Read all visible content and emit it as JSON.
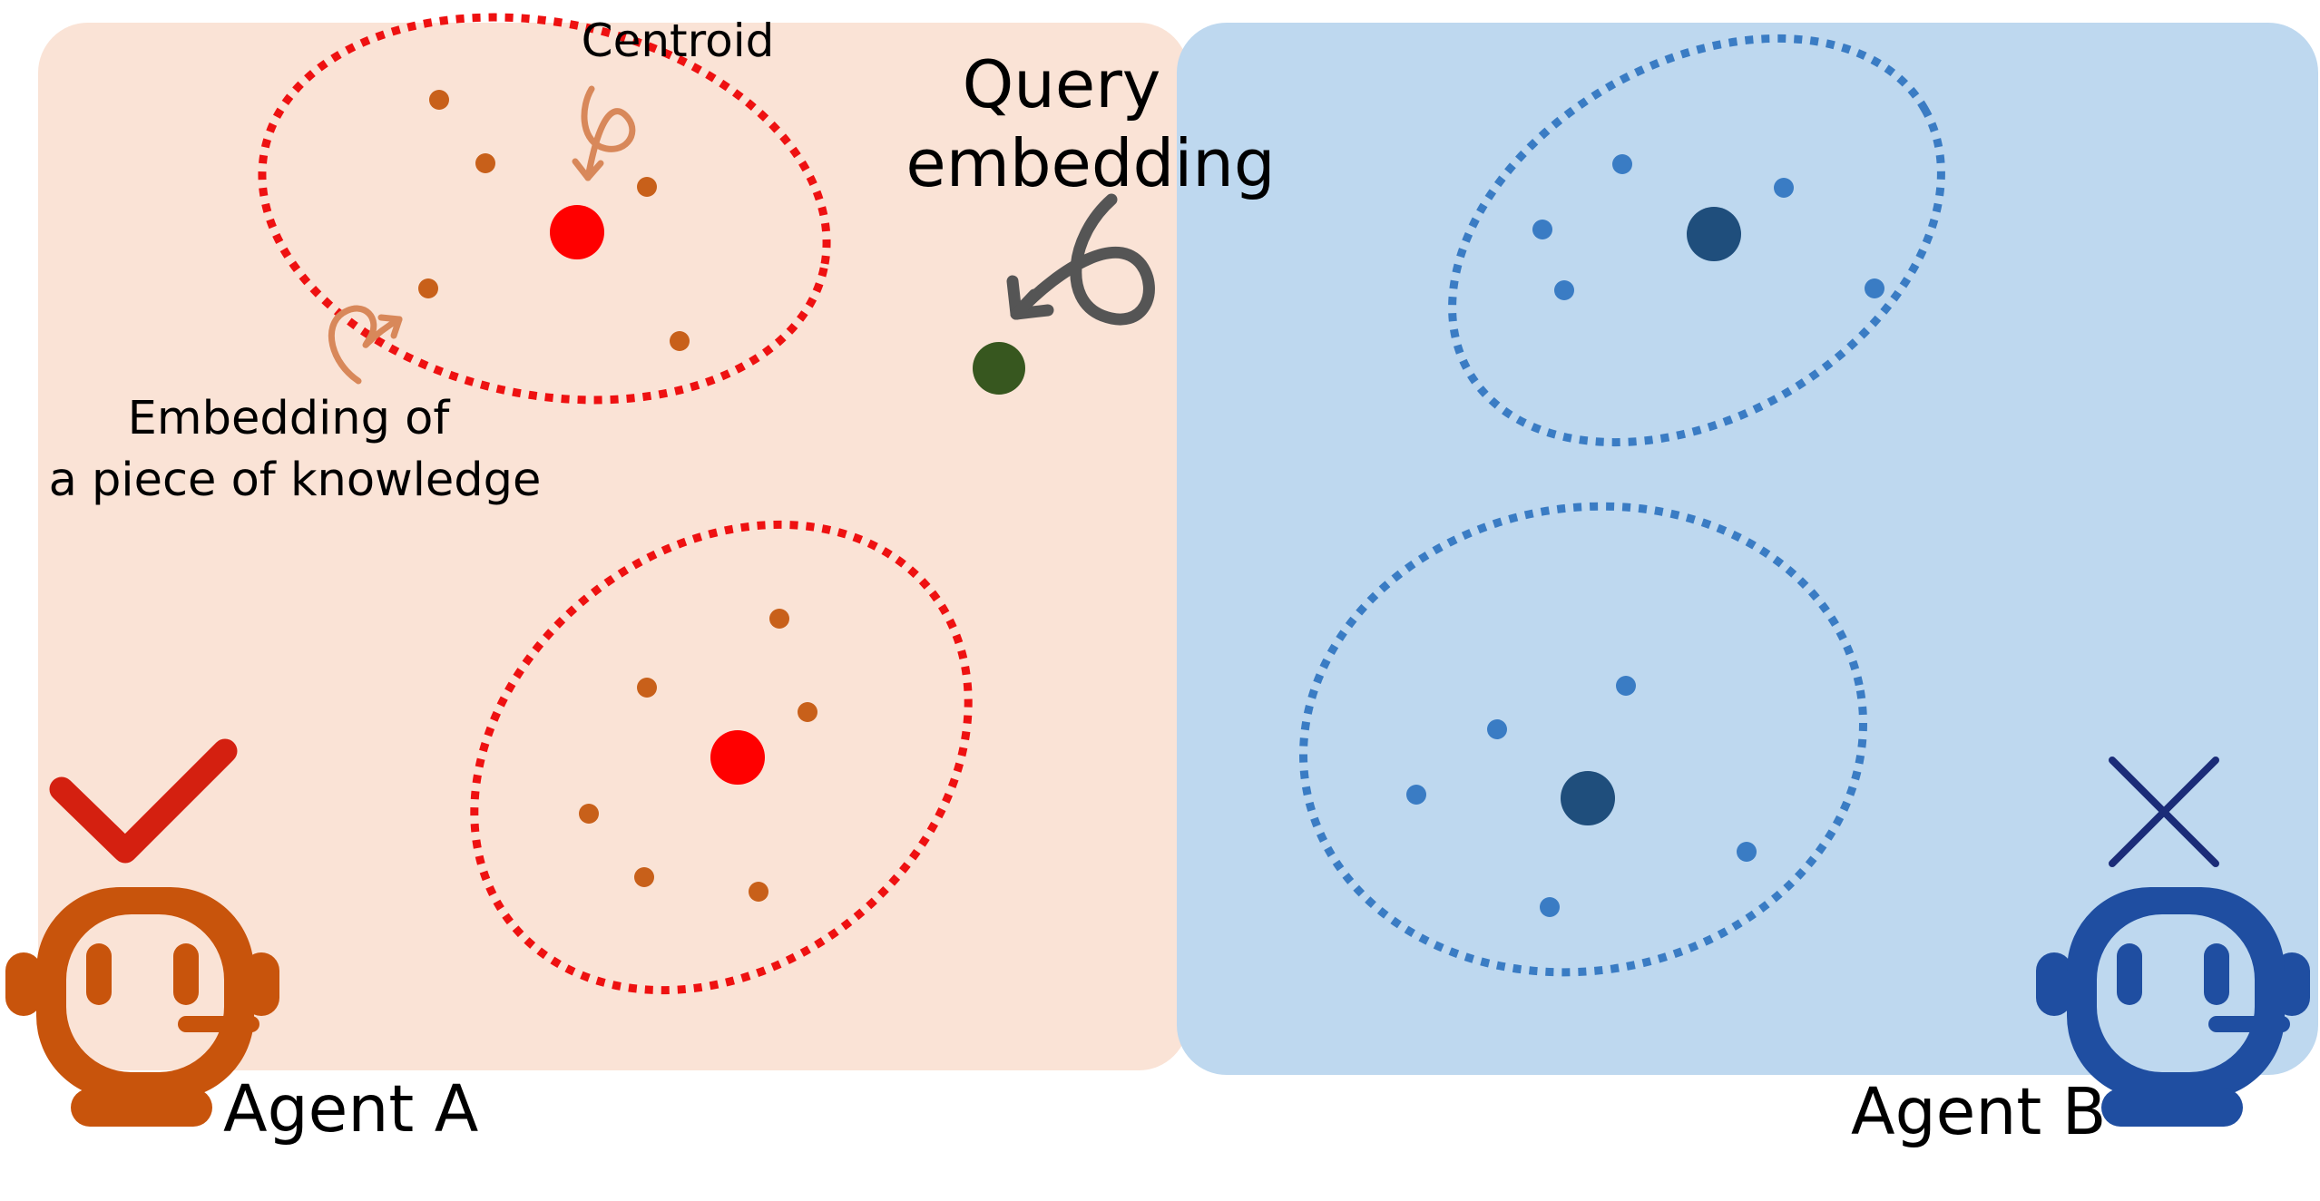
{
  "labels": {
    "centroid": "Centroid",
    "query_line1": "Query",
    "query_line2": "embedding",
    "knowledge_line1": "Embedding of",
    "knowledge_line2": "a piece of knowledge",
    "agent_a": "Agent A",
    "agent_b": "Agent B"
  },
  "colors": {
    "agent_a_panel": "#fae3d6",
    "agent_b_panel": "#bed8ef",
    "agent_a_cluster_outline": "#ee1111",
    "agent_a_centroid": "#ff0000",
    "agent_a_points": "#c8601a",
    "agent_b_cluster_outline": "#3a7cc4",
    "agent_b_centroid": "#1f4e7c",
    "agent_b_points": "#3a7cc4",
    "query_point": "#37571f",
    "agent_a_robot": "#c8540c",
    "agent_b_robot": "#1f4ea1",
    "check_mark": "#d42010",
    "cross_mark": "#1b2c78"
  },
  "icons": {
    "agent_a_status": "check-icon",
    "agent_b_status": "cross-icon",
    "agent_a_avatar": "robot-headset-icon",
    "agent_b_avatar": "robot-headset-icon"
  }
}
